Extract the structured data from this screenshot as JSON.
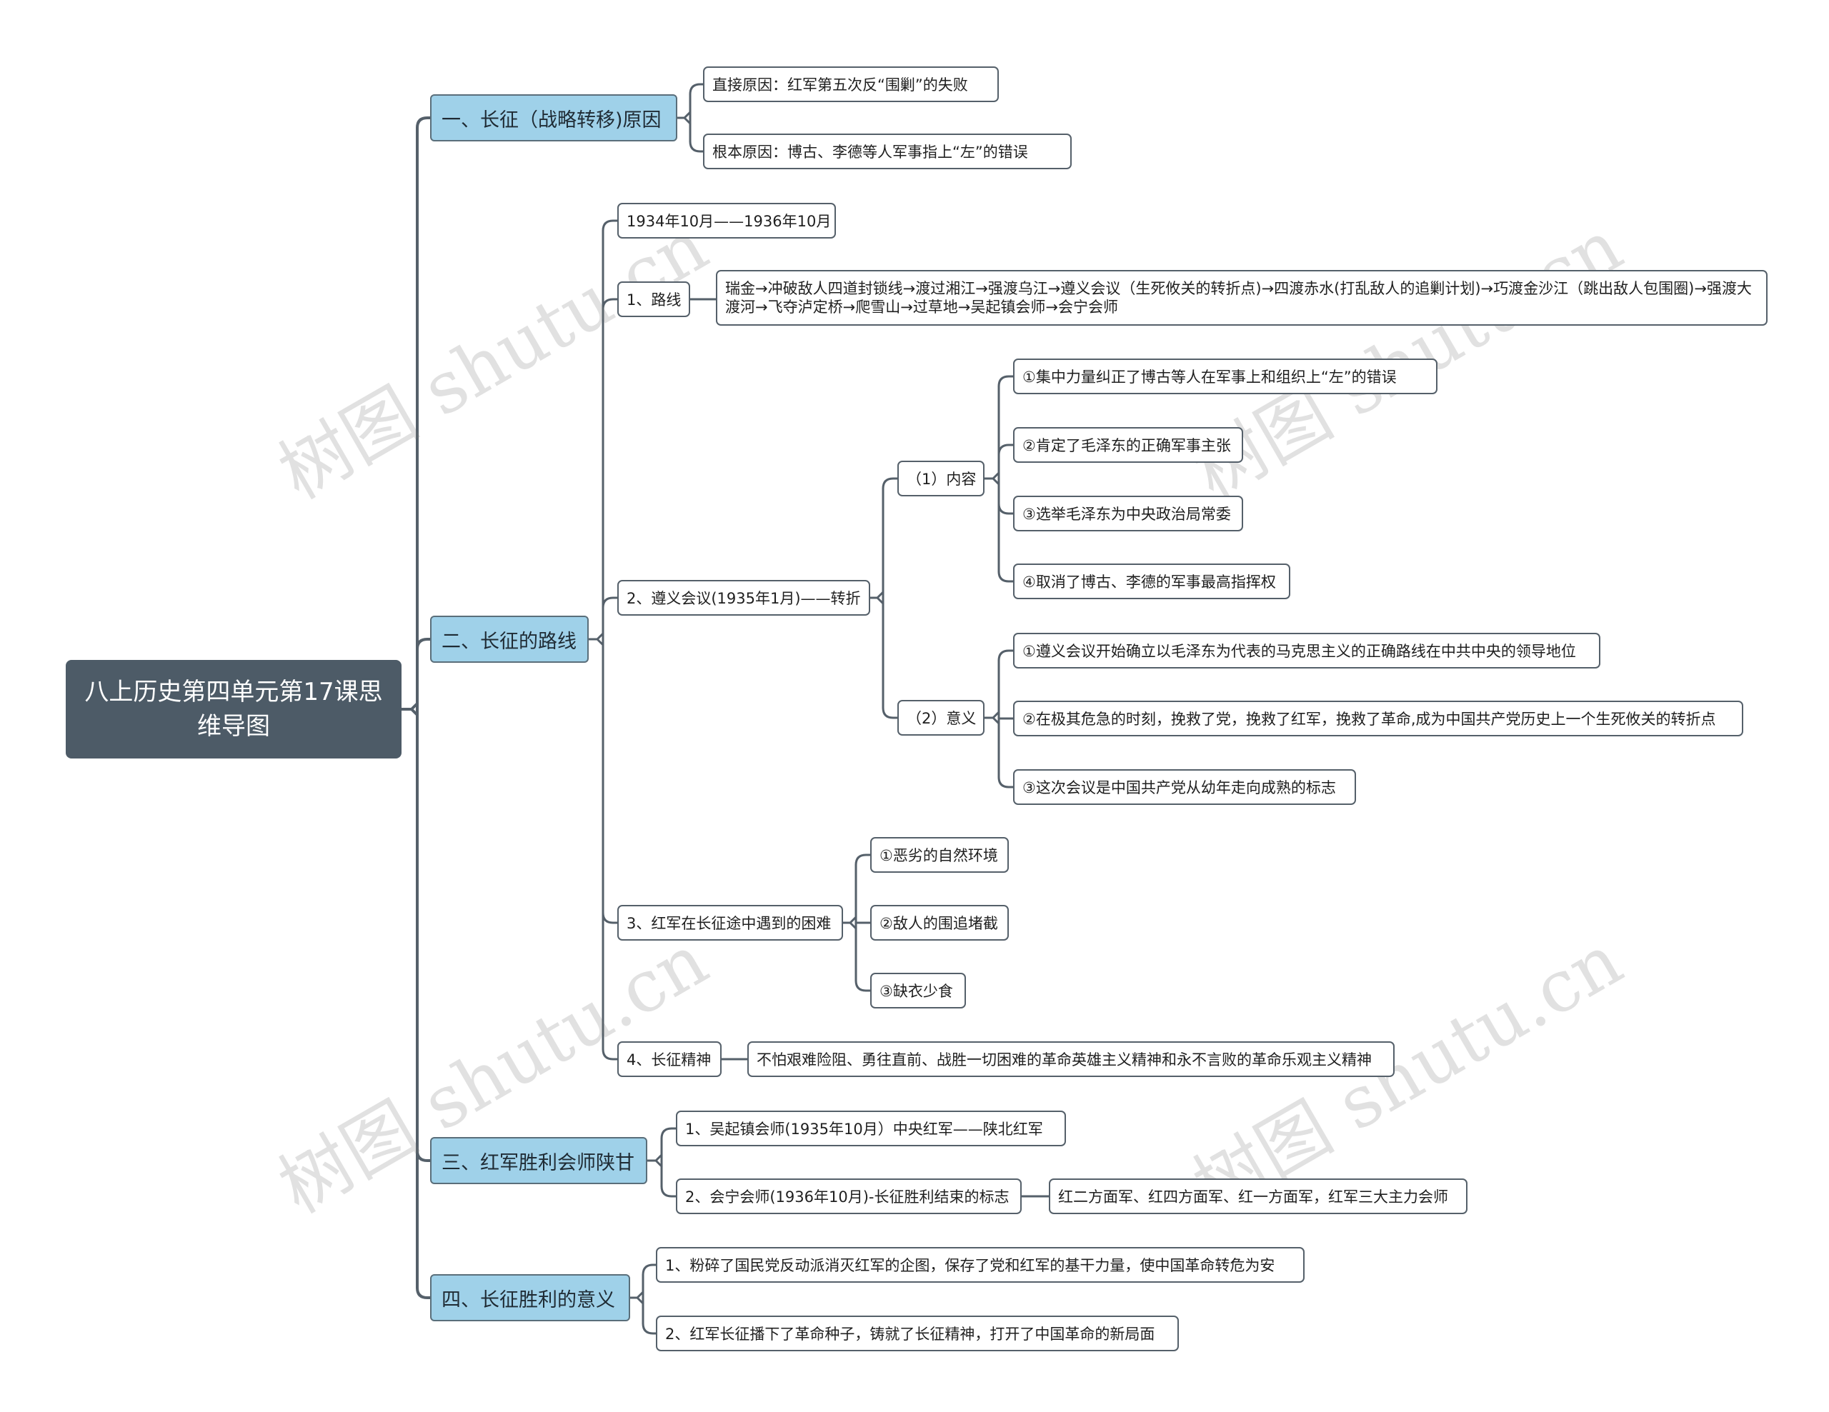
{
  "root": {
    "title": "八上历史第四单元第17课思维导图"
  },
  "watermark": "树图 shutu.cn",
  "colors": {
    "root_bg": "#4d5b67",
    "branch_bg": "#9fd1e9",
    "line": "#55606a"
  },
  "sections": [
    {
      "label": "一、长征（战略转移)原因",
      "children": [
        "直接原因：红军第五次反“围剿”的失败",
        "根本原因：博古、李德等人军事指上“左”的错误"
      ]
    },
    {
      "label": "二、长征的路线",
      "time": "1934年10月——1936年10月",
      "route": {
        "label": "1、路线",
        "detail": "瑞金→冲破敌人四道封锁线→渡过湘江→强渡乌江→遵义会议（生死攸关的转折点)→四渡赤水(打乱敌人的追剿计划)→巧渡金沙江（跳出敌人包围圈)→强渡大渡河→飞夺泸定桥→爬雪山→过草地→吴起镇会师→会宁会师"
      },
      "zunyi": {
        "label": "2、遵义会议(1935年1月)——转折",
        "content": {
          "label": "（1）内容",
          "items": [
            "①集中力量纠正了博古等人在军事上和组织上“左”的错误",
            "②肯定了毛泽东的正确军事主张",
            "③选举毛泽东为中央政治局常委",
            "④取消了博古、李德的军事最高指挥权"
          ]
        },
        "meaning": {
          "label": "（2）意义",
          "items": [
            "①遵义会议开始确立以毛泽东为代表的马克思主义的正确路线在中共中央的领导地位",
            "②在极其危急的时刻，挽救了党，挽救了红军，挽救了革命,成为中国共产党历史上一个生死攸关的转折点",
            "③这次会议是中国共产党从幼年走向成熟的标志"
          ]
        }
      },
      "difficulties": {
        "label": "3、红军在长征途中遇到的困难",
        "items": [
          "①恶劣的自然环境",
          "②敌人的围追堵截",
          "③缺衣少食"
        ]
      },
      "spirit": {
        "label": "4、长征精神",
        "detail": "不怕艰难险阻、勇往直前、战胜一切困难的革命英雄主义精神和永不言败的革命乐观主义精神"
      }
    },
    {
      "label": "三、红军胜利会师陕甘",
      "children": [
        "1、吴起镇会师(1935年10月）中央红军——陕北红军",
        "2、会宁会师(1936年10月)-长征胜利结束的标志"
      ],
      "detail": "红二方面军、红四方面军、红一方面军，红军三大主力会师"
    },
    {
      "label": "四、长征胜利的意义",
      "children": [
        "1、粉碎了国民党反动派消灭红军的企图，保存了党和红军的基干力量，使中国革命转危为安",
        "2、红军长征播下了革命种子，铸就了长征精神，打开了中国革命的新局面"
      ]
    }
  ]
}
